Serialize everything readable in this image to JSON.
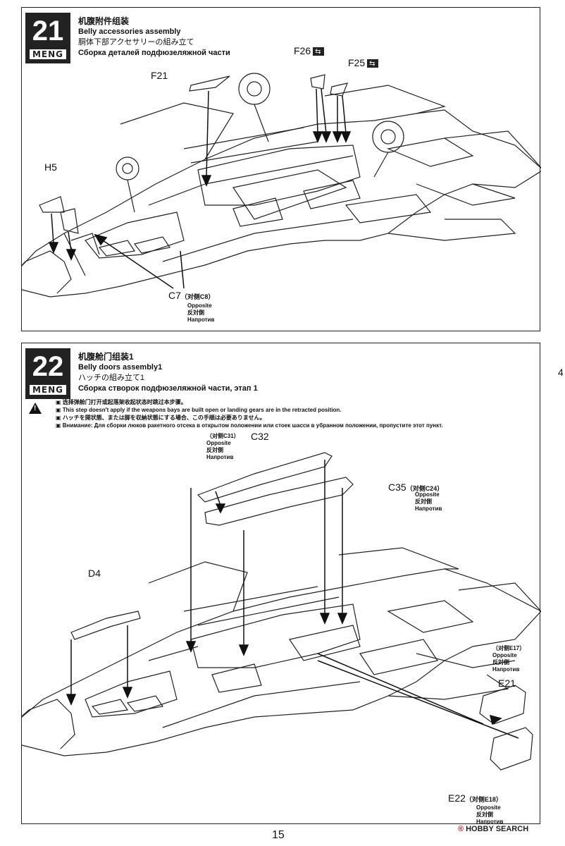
{
  "step21": {
    "number": "21",
    "brand": "MENG",
    "title_cn": "机腹附件组装",
    "title_en": "Belly accessories assembly",
    "title_jp": "胴体下部アクセサリーの組み立て",
    "title_ru": "Сборка деталей подфюзеляжной части",
    "parts": {
      "F21": "F21",
      "F26": "F26",
      "F25": "F25",
      "H5": "H5",
      "C7": "C7",
      "c7_opposite": "（对侧C8）",
      "opposite_en": "Opposite",
      "opposite_jp": "反対側",
      "opposite_ru": "Напротив"
    }
  },
  "step22": {
    "number": "22",
    "brand": "MENG",
    "title_cn": "机腹舱门组装1",
    "title_en": "Belly doors assembly1",
    "title_jp": "ハッチの組み立て1",
    "title_ru": "Сборка створок подфюзеляжной части, этап 1",
    "warning": {
      "cn": "选择弹舱门打开或起落架收起状态时跳过本步骤。",
      "en": "This step doesn't apply if the weapons bays are built open or landing gears are in the retracted position.",
      "jp": "ハッチを開状態、または脚を収納状態にする場合、この手順は必要ありません。",
      "ru": "Внимание: Для сборки люков ракетного отсека в открытом положении или стоек шасси в убранном положении, пропустите этот пункт."
    },
    "parts": {
      "C32": "C32",
      "c32_opposite": "（对侧C31）",
      "C35": "C35",
      "c35_opposite": "（对侧C24）",
      "D4": "D4",
      "E21": "E21",
      "e21_opposite": "（对侧E17）",
      "E22": "E22",
      "e22_opposite": "（对侧E18）",
      "opposite_en": "Opposite",
      "opposite_jp": "反対側",
      "opposite_ru": "Напротив"
    }
  },
  "page_number": "15",
  "watermark": "HOBBY SEARCH",
  "edge_char": "4"
}
